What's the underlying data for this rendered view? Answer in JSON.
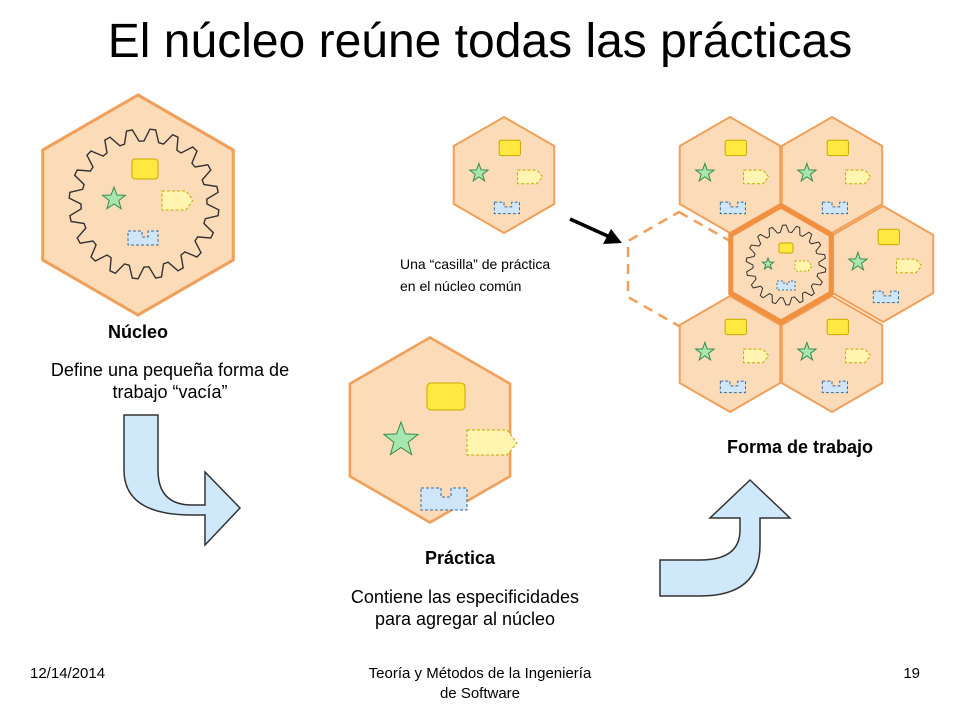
{
  "title": "El núcleo reúne todas las prácticas",
  "kernel": {
    "label": "Núcleo",
    "description_line1": "Define una pequeña forma de",
    "description_line2": "trabajo “vacía”"
  },
  "practice": {
    "label": "Práctica",
    "description_line1": "Contiene las especificidades",
    "description_line2": "para agregar al núcleo"
  },
  "way_of_working": {
    "label": "Forma de trabajo"
  },
  "slot_note": {
    "line1": "Una “casilla” de práctica",
    "line2": "en el núcleo común"
  },
  "footer": {
    "date": "12/14/2014",
    "course_line1": "Teoría y Métodos de la Ingeniería",
    "course_line2": "de Software",
    "page": "19"
  },
  "colors": {
    "hex_fill": "#fcdcb8",
    "hex_stroke": "#f0a05a",
    "hex_stroke_dark": "#f09040",
    "yellow": "#ffe840",
    "pale_yellow": "#fff4b0",
    "star": "#a8e6b0",
    "blue_piece": "#cfe6f8",
    "arrow_fill": "#cfe8fa"
  }
}
